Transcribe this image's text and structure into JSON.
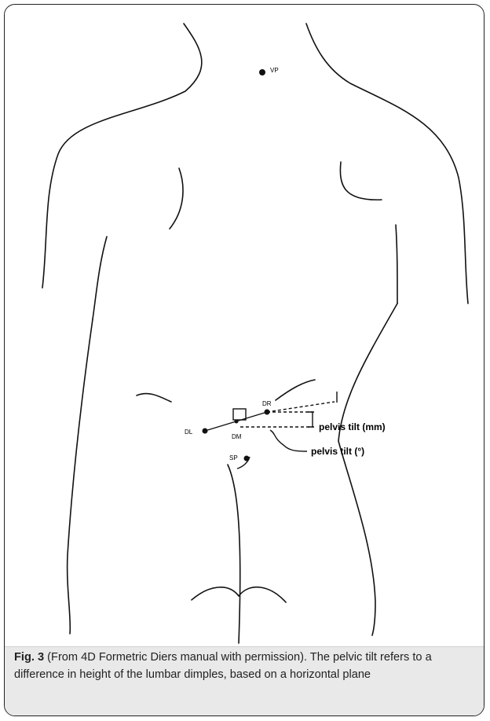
{
  "figure": {
    "labels": {
      "vp": "VP",
      "dr": "DR",
      "dl": "DL",
      "dm": "DM",
      "sp": "SP",
      "pelvis_tilt_mm": "pelvis tilt (mm)",
      "pelvis_tilt_deg": "pelvis tilt (°)"
    }
  },
  "caption": {
    "fig_label": "Fig. 3",
    "text": " (From 4D Formetric Diers manual with permission). The pelvic tilt refers to a difference in height of the lumbar dimples, based on a horizontal plane"
  }
}
